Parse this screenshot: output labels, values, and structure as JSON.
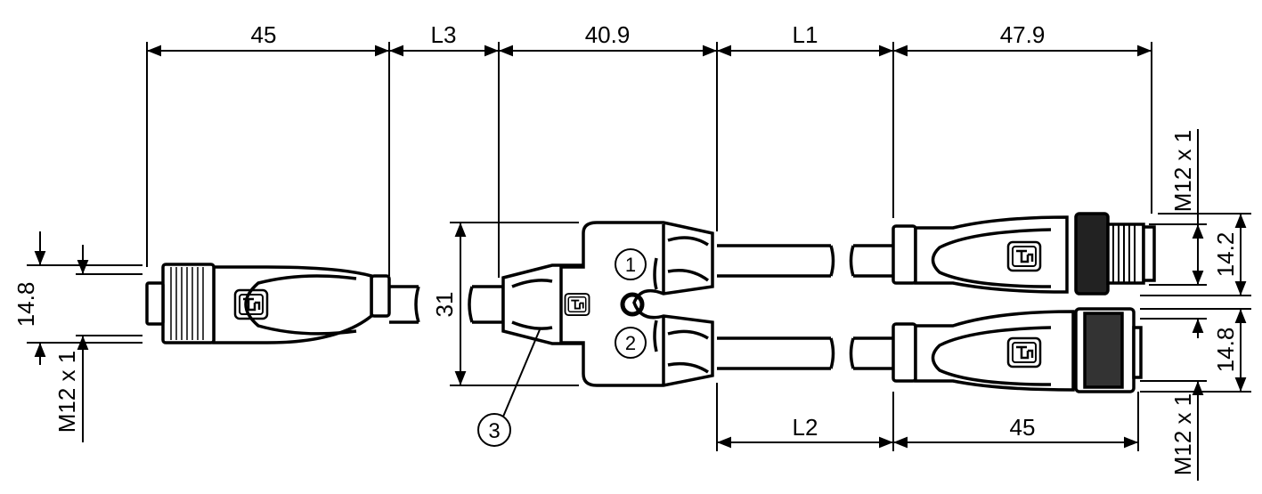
{
  "dimensions": {
    "top": [
      "45",
      "L3",
      "40.9",
      "L1",
      "47.9"
    ],
    "bottom": [
      "L2",
      "45"
    ],
    "left_height": "14.8",
    "left_thread": "M12 x 1",
    "splitter_height": "31",
    "right_top_thread": "M12 x 1",
    "right_top_height": "14.2",
    "right_bottom_height": "14.8",
    "right_bottom_thread": "M12 x 1"
  },
  "callouts": {
    "port1": "1",
    "port2": "2",
    "item3": "3"
  },
  "colors": {
    "line": "#000000",
    "background": "#ffffff"
  }
}
